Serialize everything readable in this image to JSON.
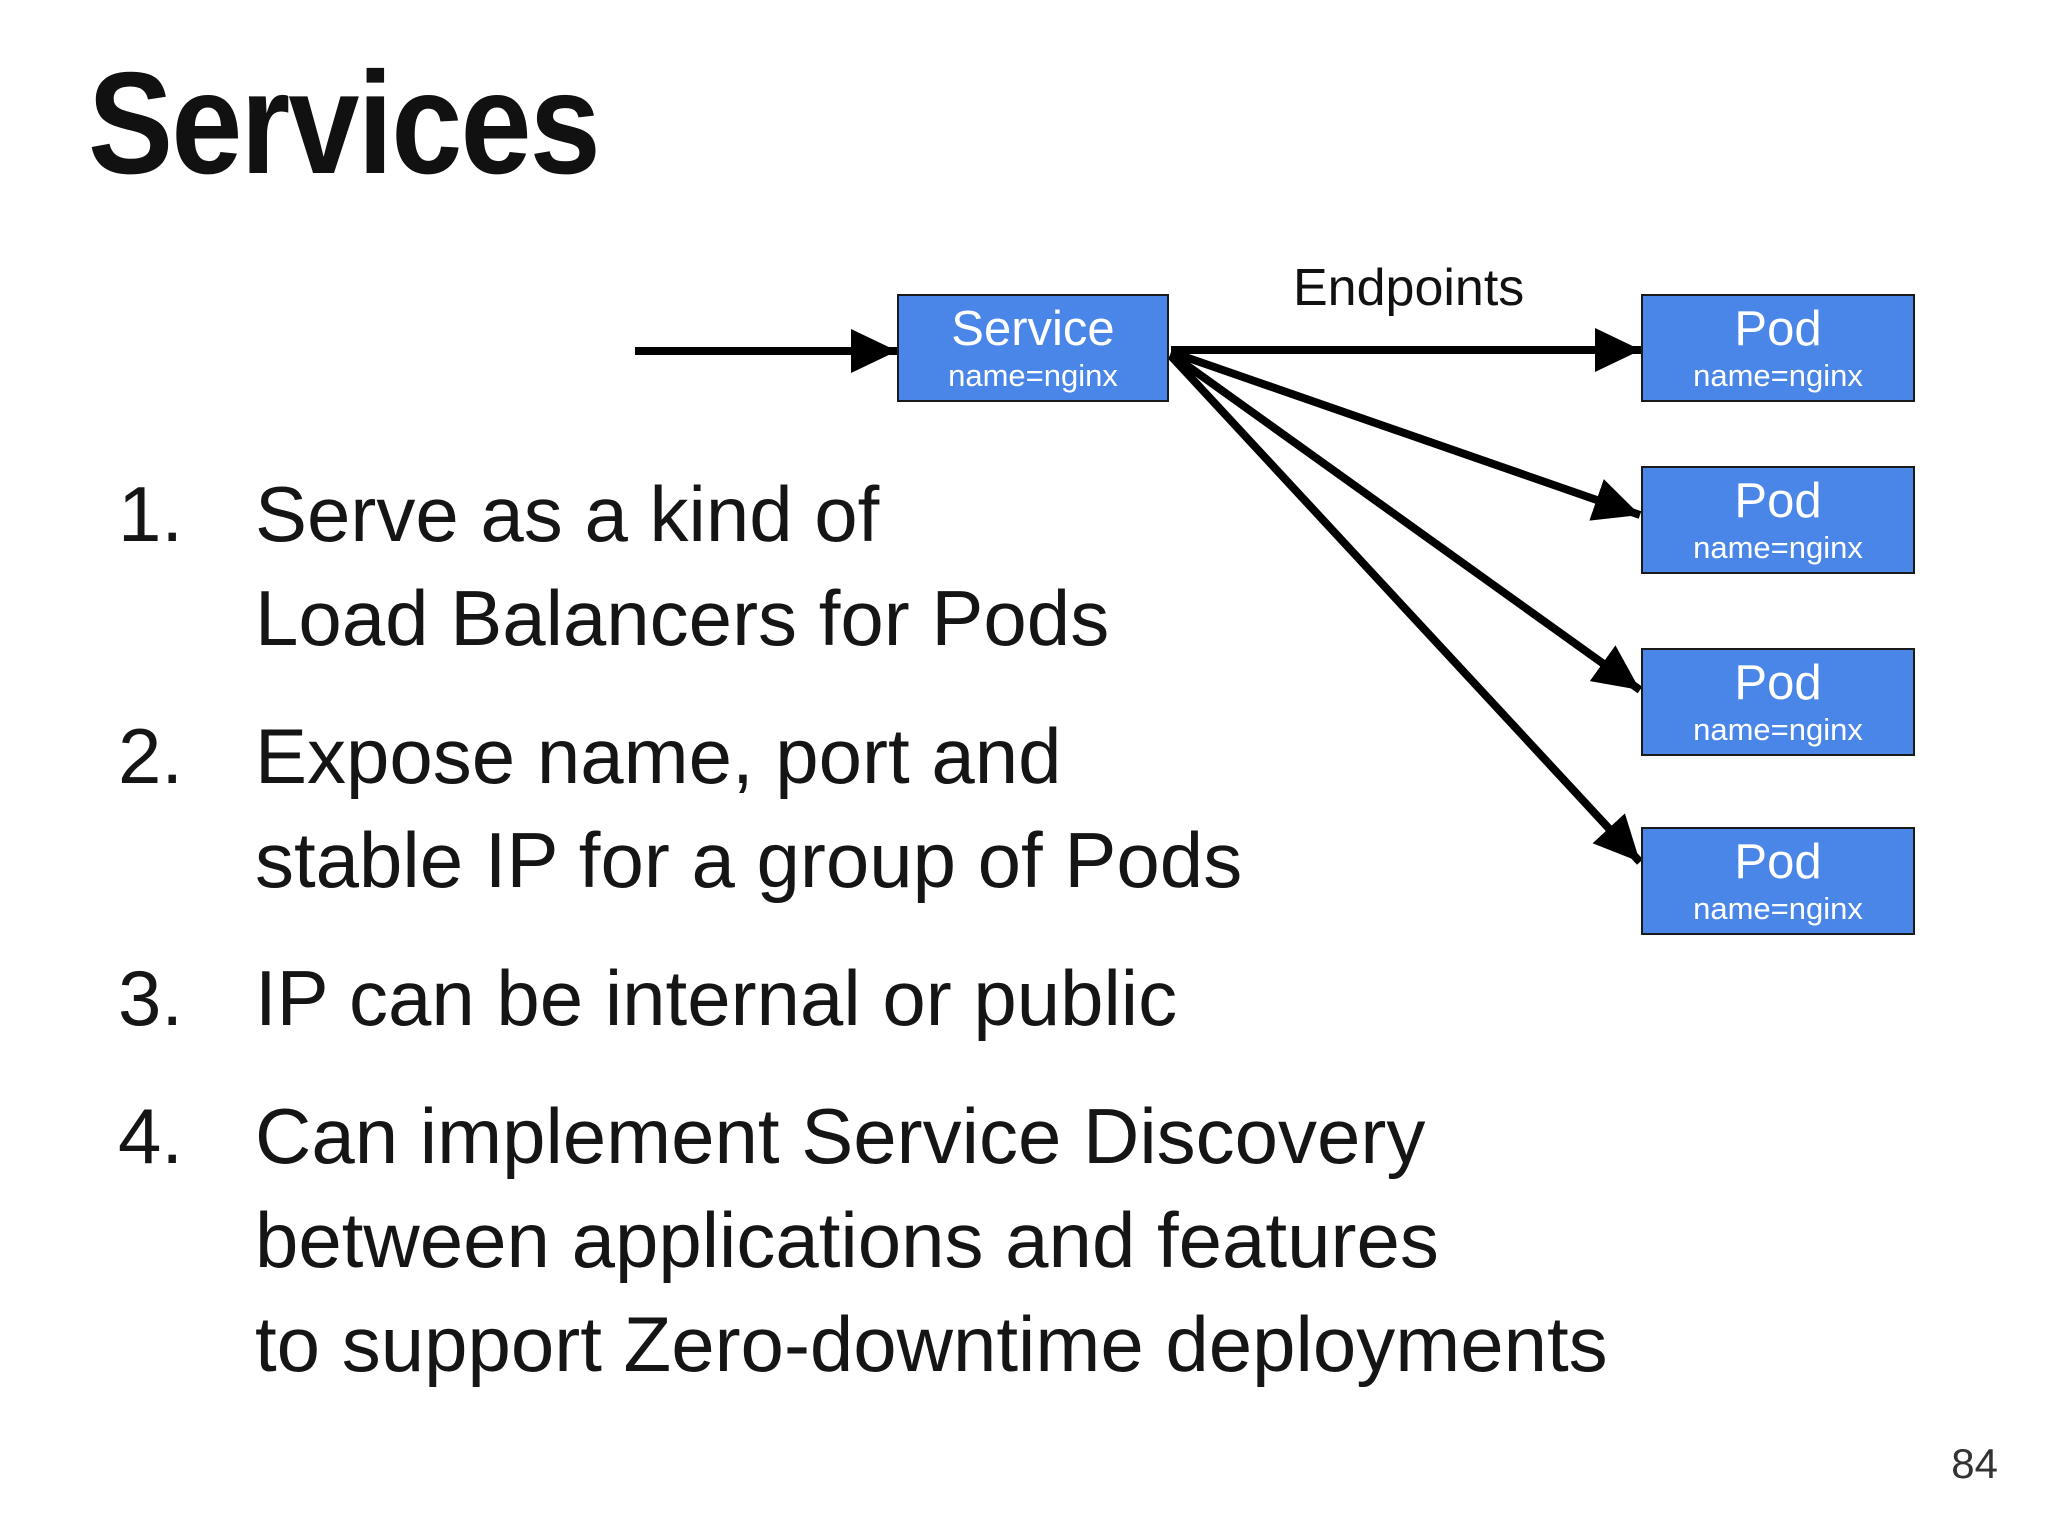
{
  "slide": {
    "title": "Services",
    "page_number": "84",
    "list": [
      {
        "number": "1.",
        "lines": [
          "Serve as a kind of",
          "Load Balancers for Pods"
        ]
      },
      {
        "number": "2.",
        "lines": [
          "Expose name, port and",
          "stable IP for a group of Pods"
        ]
      },
      {
        "number": "3.",
        "lines": [
          "IP can be internal or public"
        ]
      },
      {
        "number": "4.",
        "lines": [
          "Can implement Service Discovery",
          "between applications and features",
          "to support Zero-downtime deployments"
        ]
      }
    ]
  },
  "diagram": {
    "endpoints_label": "Endpoints",
    "service_box": {
      "title": "Service",
      "subtitle": "name=nginx"
    },
    "pods": [
      {
        "title": "Pod",
        "subtitle": "name=nginx"
      },
      {
        "title": "Pod",
        "subtitle": "name=nginx"
      },
      {
        "title": "Pod",
        "subtitle": "name=nginx"
      },
      {
        "title": "Pod",
        "subtitle": "name=nginx"
      }
    ],
    "colors": {
      "box_fill": "#4a86e8",
      "box_border": "#1a1a1a",
      "arrow": "#000000",
      "text": "#111111"
    }
  }
}
